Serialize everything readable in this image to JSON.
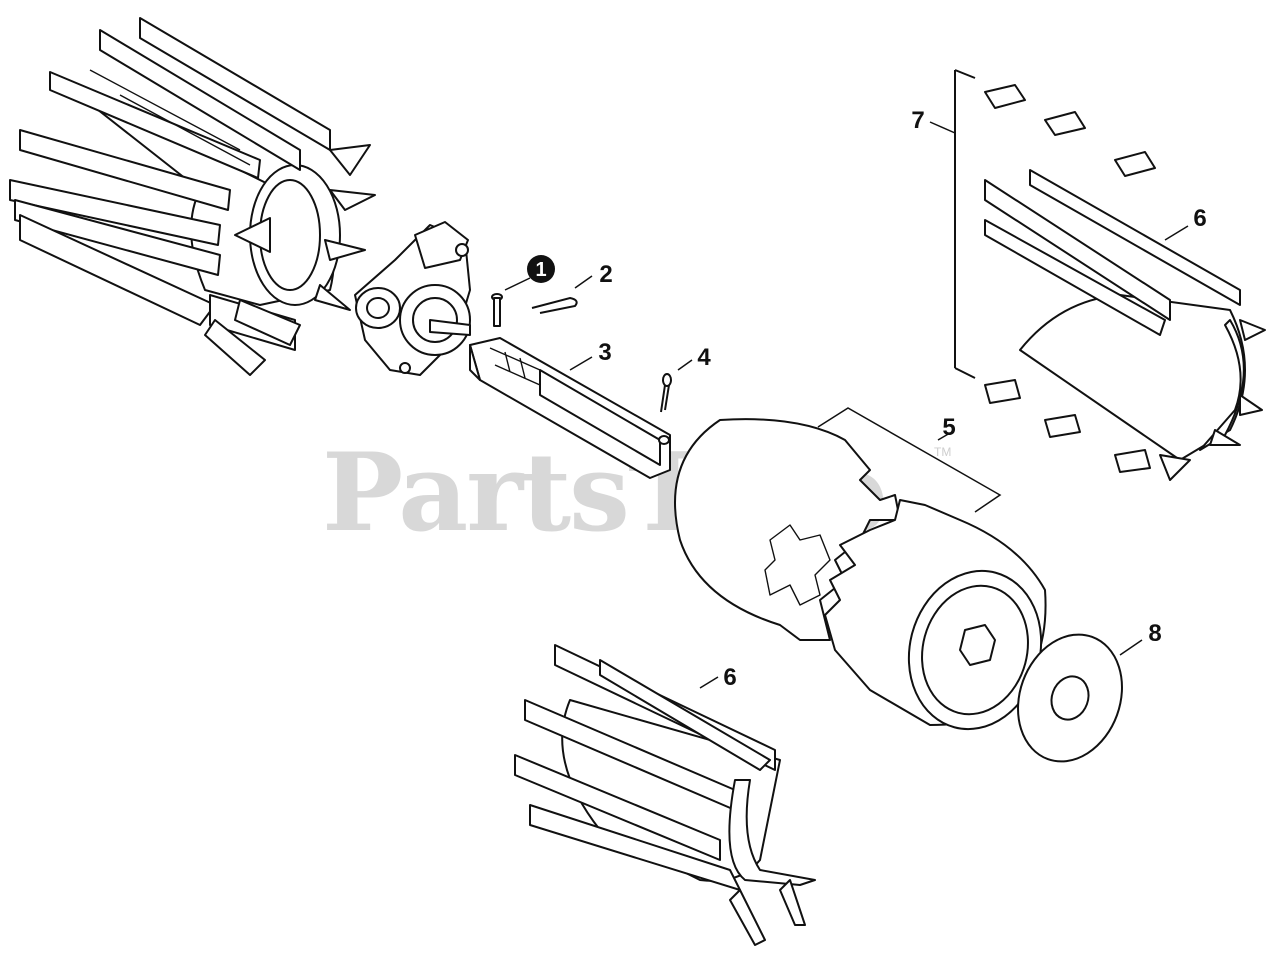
{
  "watermark": {
    "text": "PartsTree",
    "tm": "TM"
  },
  "callouts": [
    {
      "id": "1",
      "label": "1",
      "filled": true
    },
    {
      "id": "2",
      "label": "2"
    },
    {
      "id": "3",
      "label": "3"
    },
    {
      "id": "4",
      "label": "4"
    },
    {
      "id": "5",
      "label": "5"
    },
    {
      "id": "6a",
      "label": "6"
    },
    {
      "id": "6b",
      "label": "6"
    },
    {
      "id": "7",
      "label": "7"
    },
    {
      "id": "8",
      "label": "8"
    }
  ],
  "icons": {
    "paddle_rotor_left": "paddle-rotor-icon",
    "gearbox": "gearbox-icon",
    "pin": "pin-icon",
    "hairpin_clip": "hairpin-clip-icon",
    "drive_shaft": "drive-shaft-icon",
    "cotter_pin": "cotter-pin-icon",
    "roller_drum": "roller-drum-icon",
    "paddle_half": "paddle-half-icon",
    "paddle_kit": "paddle-kit-icon",
    "rivets": "rivet-icon",
    "washer": "washer-icon"
  },
  "colors": {
    "line": "#111111",
    "watermark": "#b9b9b9",
    "background": "#ffffff"
  }
}
